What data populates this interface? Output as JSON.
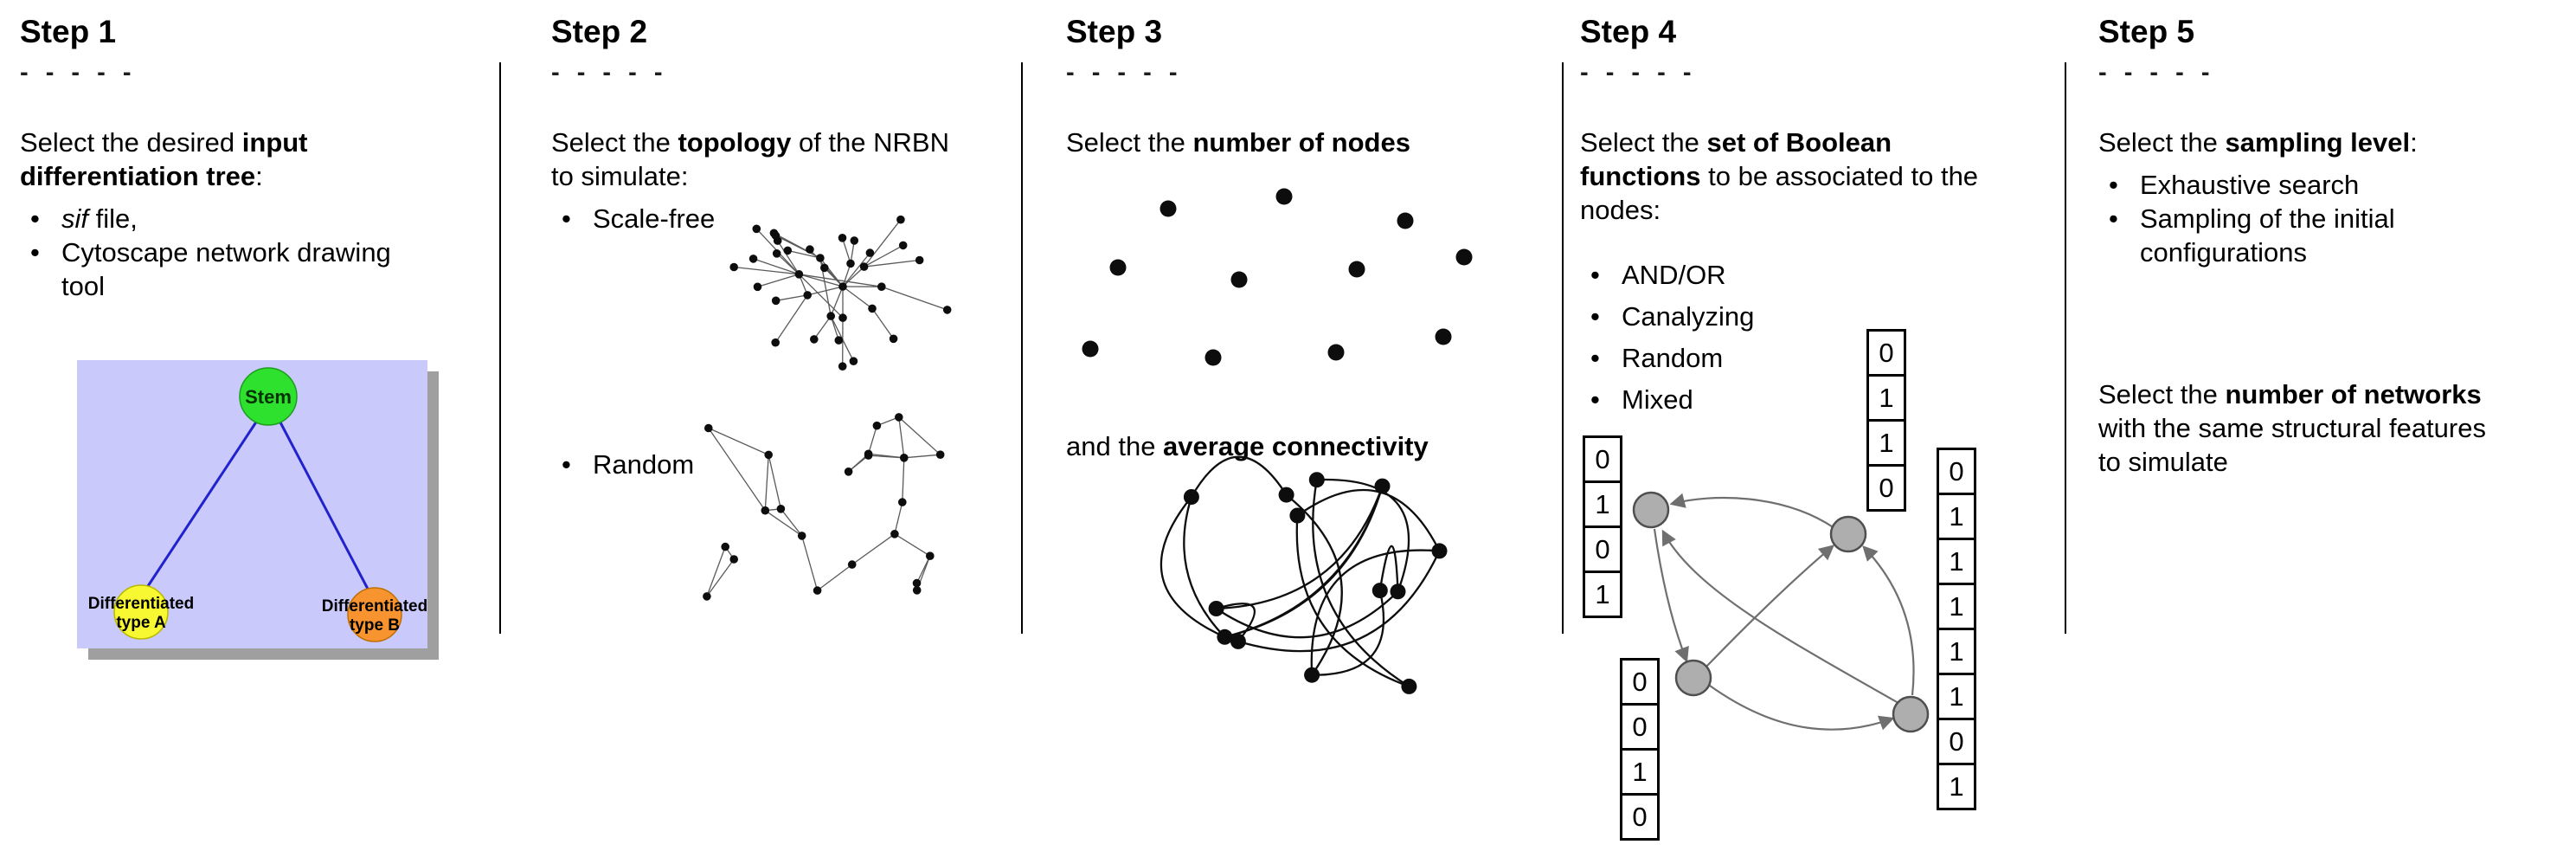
{
  "ui": {
    "bullet": "•"
  },
  "steps": [
    {
      "title": "Step 1",
      "dashes": "- - - - -",
      "intro": [
        {
          "t": "Select the desired "
        },
        {
          "t": "input differentiation tree",
          "b": true
        },
        {
          "t": ":"
        }
      ],
      "bullets": [
        [
          {
            "t": "sif",
            "i": true
          },
          {
            "t": " file,"
          }
        ],
        [
          {
            "t": "Cytoscape network drawing tool"
          }
        ]
      ],
      "tree": {
        "root_label": "Stem",
        "left_label_line1": "Differentiated",
        "left_label_line2": "type A",
        "right_label_line1": "Differentiated",
        "right_label_line2": "type B",
        "colors": {
          "background": "#c9c9fb",
          "shadow": "#9f9f9f",
          "root": "#2fe12f",
          "left": "#f8f832",
          "right": "#f79430",
          "edge": "#2222cc"
        }
      }
    },
    {
      "title": "Step 2",
      "dashes": "- - - - -",
      "intro": [
        {
          "t": "Select the "
        },
        {
          "t": "topology",
          "b": true
        },
        {
          "t": " of the NRBN to simulate:"
        }
      ],
      "bullets": [
        [
          {
            "t": "Scale-free"
          }
        ],
        [
          {
            "t": "Random"
          }
        ]
      ]
    },
    {
      "title": "Step 3",
      "dashes": "- - - - -",
      "intro": [
        {
          "t": "Select the "
        },
        {
          "t": "number of nodes",
          "b": true
        }
      ],
      "second": [
        {
          "t": "and the "
        },
        {
          "t": "average connectivity",
          "b": true
        }
      ]
    },
    {
      "title": "Step 4",
      "dashes": "- - - - -",
      "intro": [
        {
          "t": "Select the "
        },
        {
          "t": "set of Boolean functions",
          "b": true
        },
        {
          "t": " to be associated to the nodes:"
        }
      ],
      "bullets": [
        [
          {
            "t": "AND/OR"
          }
        ],
        [
          {
            "t": "Canalyzing"
          }
        ],
        [
          {
            "t": "Random"
          }
        ],
        [
          {
            "t": "Mixed"
          }
        ]
      ],
      "truth_tables": {
        "left": [
          "0",
          "1",
          "0",
          "1"
        ],
        "top": [
          "0",
          "1",
          "1",
          "0"
        ],
        "bottom": [
          "0",
          "0",
          "1",
          "0"
        ],
        "right": [
          "0",
          "1",
          "1",
          "1",
          "1",
          "1",
          "0",
          "1"
        ]
      }
    },
    {
      "title": "Step 5",
      "dashes": "- - - - -",
      "intro": [
        {
          "t": "Select the "
        },
        {
          "t": "sampling level",
          "b": true
        },
        {
          "t": ":"
        }
      ],
      "bullets": [
        [
          {
            "t": "Exhaustive search"
          }
        ],
        [
          {
            "t": "Sampling of the initial configurations"
          }
        ]
      ],
      "second": [
        {
          "t": "Select the "
        },
        {
          "t": "number of networks",
          "b": true
        },
        {
          "t": " with the same structural features to simulate"
        }
      ]
    }
  ]
}
